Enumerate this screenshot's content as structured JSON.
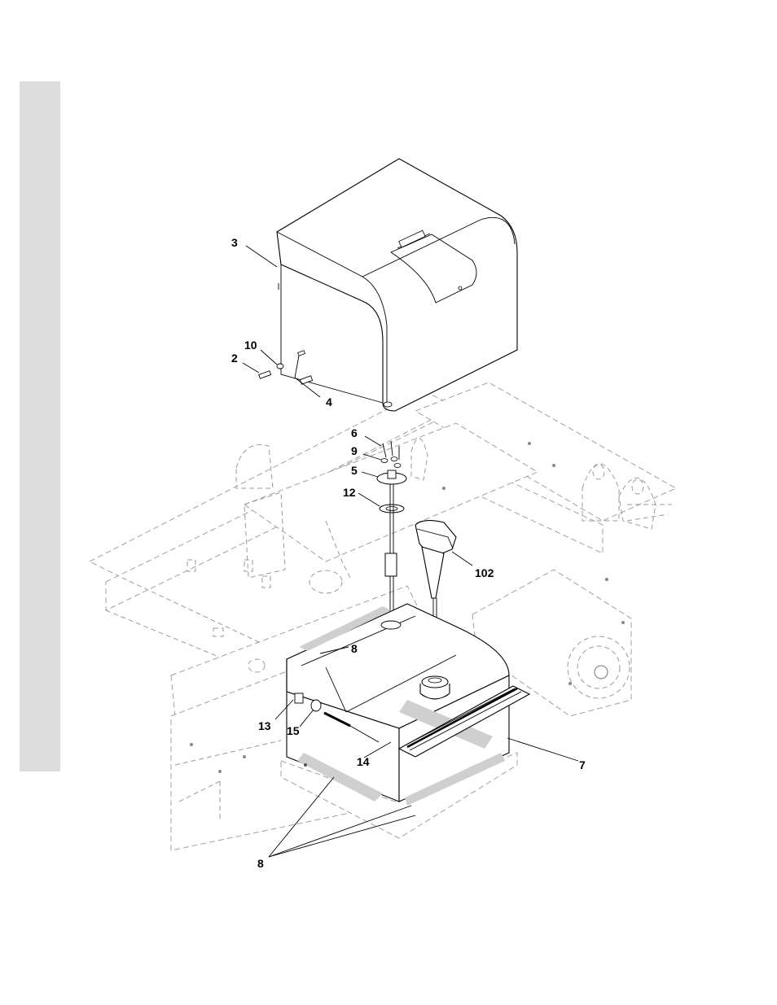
{
  "figure": {
    "callouts": [
      {
        "id": "c3",
        "text": "3"
      },
      {
        "id": "c10",
        "text": "10"
      },
      {
        "id": "c2",
        "text": "2"
      },
      {
        "id": "c4",
        "text": "4"
      },
      {
        "id": "c6",
        "text": "6"
      },
      {
        "id": "c9",
        "text": "9"
      },
      {
        "id": "c5",
        "text": "5"
      },
      {
        "id": "c12",
        "text": "12"
      },
      {
        "id": "c102",
        "text": "102"
      },
      {
        "id": "c8a",
        "text": "8"
      },
      {
        "id": "c13",
        "text": "13"
      },
      {
        "id": "c15",
        "text": "15"
      },
      {
        "id": "c14",
        "text": "14"
      },
      {
        "id": "c7",
        "text": "7"
      },
      {
        "id": "c8b",
        "text": "8"
      }
    ]
  }
}
